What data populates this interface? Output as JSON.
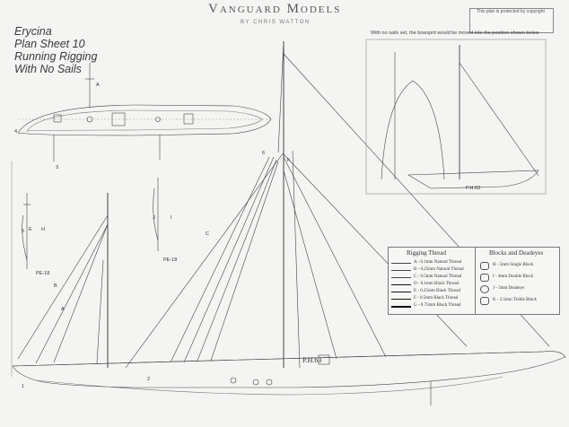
{
  "sheet": {
    "title_lines": [
      "Erycina",
      "Plan Sheet 10",
      "Running Rigging",
      "With No Sails"
    ],
    "brand": "Vanguard Models",
    "brand_sub": "BY CHRIS WATTON",
    "corner_caption": "This plan is protected by copyright",
    "bowsprit_note": "With no sails set, the bowsprit would be moved into the position shown below"
  },
  "registration": {
    "main": "P.H.63",
    "detail": "P.H.63"
  },
  "detail_labels": {
    "pe_left": "PE-18",
    "pe_right": "PE-18",
    "a": "A",
    "b": "B",
    "c": "C",
    "e": "E",
    "h": "H",
    "i": "I",
    "j": "J",
    "k": "K",
    "n1": "1",
    "n2": "2",
    "n3": "3",
    "n4": "4",
    "n5": "5",
    "n6": "6"
  },
  "rigging_thread": {
    "title": "Rigging Thread",
    "items": [
      "A - 0.1mm Natural Thread",
      "B - 0.25mm Natural Thread",
      "C - 0.5mm Natural Thread",
      "D - 0.1mm Black Thread",
      "E - 0.25mm Black Thread",
      "F - 0.5mm Black Thread",
      "G - 0.75mm Black Thread"
    ]
  },
  "blocks": {
    "title": "Blocks and Deadeyes",
    "items": [
      "H - 5mm Single Block",
      "I - 4mm Double Block",
      "J - 3mm Deadeye",
      "K - 2.5mm Treble Block"
    ]
  }
}
